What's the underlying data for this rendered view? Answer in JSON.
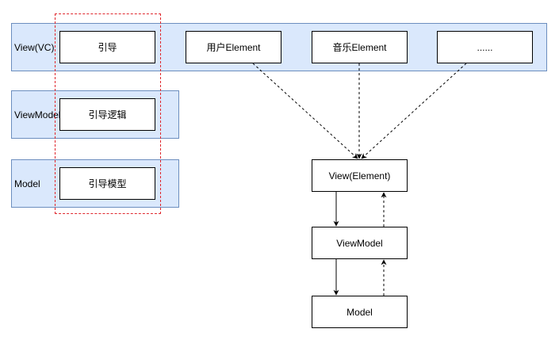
{
  "left_layers": {
    "view": {
      "label": "View(VC)",
      "node": "引导",
      "fill": "#dae8fc",
      "stroke": "#6c8ebf"
    },
    "viewmodel": {
      "label": "ViewModel",
      "node": "引导逻辑"
    },
    "model": {
      "label": "Model",
      "node": "引导模型"
    }
  },
  "top_elements": [
    "用户Element",
    "音乐Element",
    "......"
  ],
  "stack": {
    "view_element": "View(Element)",
    "viewmodel": "ViewModel",
    "model": "Model"
  },
  "highlight_color": "#e0282e",
  "edges": [
    {
      "from": "用户Element",
      "to": "View(Element)",
      "style": "dashed"
    },
    {
      "from": "音乐Element",
      "to": "View(Element)",
      "style": "dashed"
    },
    {
      "from": "......",
      "to": "View(Element)",
      "style": "dashed"
    },
    {
      "from": "View(Element)",
      "to": "ViewModel",
      "style": "solid"
    },
    {
      "from": "ViewModel",
      "to": "View(Element)",
      "style": "dashed"
    },
    {
      "from": "ViewModel",
      "to": "Model",
      "style": "solid"
    },
    {
      "from": "Model",
      "to": "ViewModel",
      "style": "dashed"
    }
  ]
}
